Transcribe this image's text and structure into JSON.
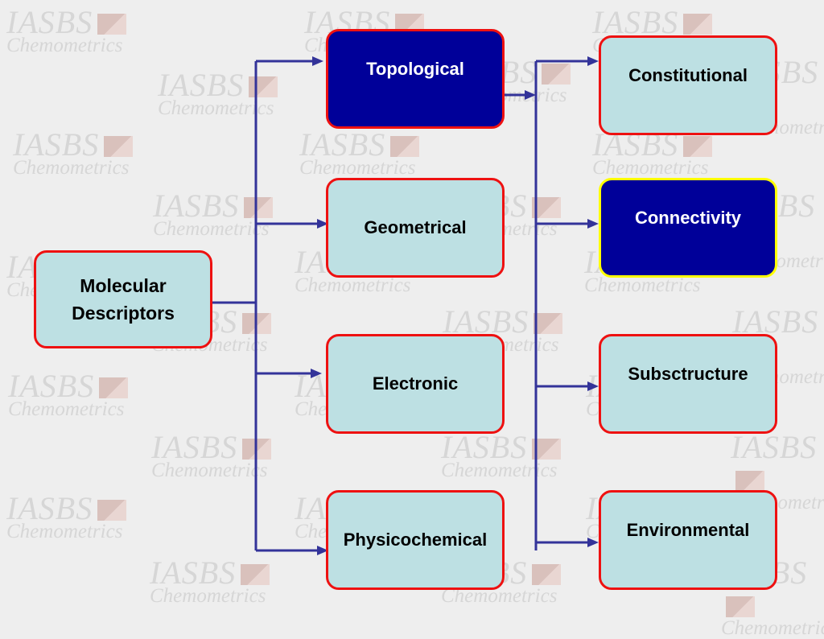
{
  "watermark": {
    "line1": "IASBS",
    "line2": "Chemometrics"
  },
  "root": {
    "label": "Molecular\nDescriptors"
  },
  "level1": [
    {
      "label": "Topological",
      "highlight": true
    },
    {
      "label": "Geometrical",
      "highlight": false
    },
    {
      "label": "Electronic",
      "highlight": false
    },
    {
      "label": "Physicochemical",
      "highlight": false
    }
  ],
  "level2": [
    {
      "label": "Constitutional",
      "highlight": false
    },
    {
      "label": "Connectivity",
      "highlight": true
    },
    {
      "label": "Subsctructure",
      "highlight": false
    },
    {
      "label": "Environmental",
      "highlight": false
    }
  ],
  "colors": {
    "box_fill": "#bde0e3",
    "box_border": "#ee1111",
    "highlight_fill": "#000099",
    "highlight_border_alt": "#ffff00",
    "connector": "#333399",
    "background": "#eeeeee"
  }
}
